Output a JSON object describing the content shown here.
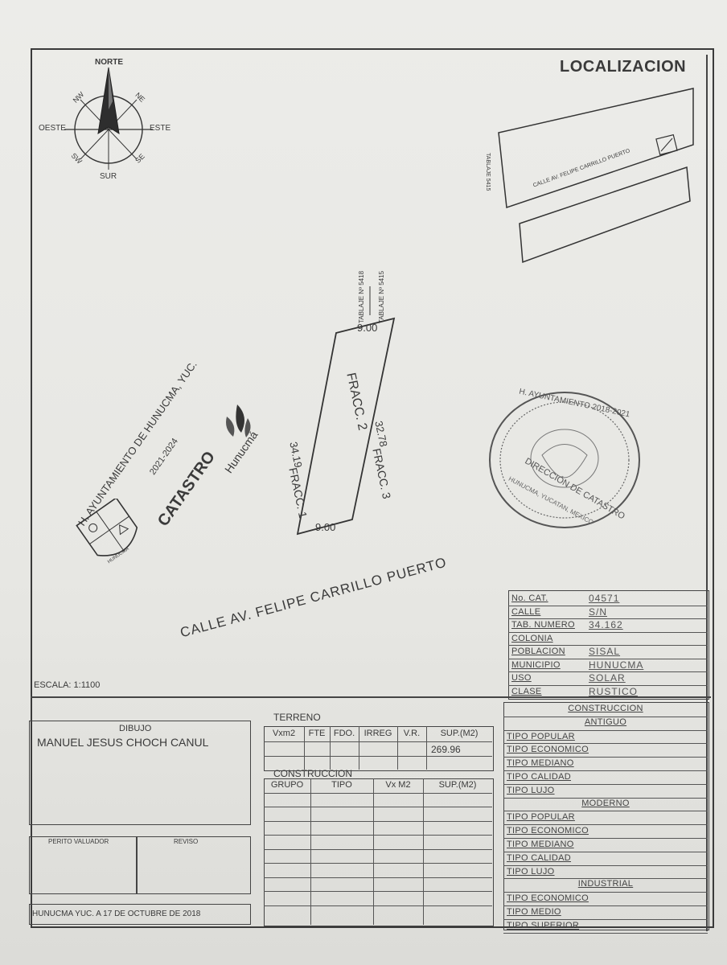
{
  "compass": {
    "north": "NORTE",
    "south": "SUR",
    "east": "ESTE",
    "west": "OESTE",
    "nw": "NW",
    "ne": "NE",
    "sw": "SW",
    "se": "SE"
  },
  "localization": {
    "title": "LOCALIZACION",
    "street": "CALLE AV. FELIPE CARRILLO PUERTO",
    "tablaje_label": "TABLAJE 5415"
  },
  "plot": {
    "tablaje_left": "TABLAJE Nº 5418",
    "tablaje_right": "TABLAJE Nº 5415",
    "top_dim": "9.00",
    "bottom_dim": "9.00",
    "left_dim": "34.19",
    "right_dim": "32.78",
    "lot_label": "FRACC. 2",
    "left_neighbor": "FRACC. 1",
    "right_neighbor": "FRACC. 3",
    "street": "CALLE AV. FELIPE CARRILLO PUERTO"
  },
  "stamp_left": {
    "line1": "H. AYUNTAMIENTO DE HUNUCMA, YUC.",
    "line2": "2021-2024",
    "line3": "CATASTRO",
    "logo_text": "Hunucmá",
    "shield_text": "HUNUCMA"
  },
  "stamp_right": {
    "arc_top": "H. AYUNTAMIENTO 2018-2021",
    "arc_mid": "DIRECCIÓN DE CATASTRO",
    "arc_bottom": "HUNUCMA, YUCATAN, MEXICO"
  },
  "scale": "ESCALA: 1:1100",
  "info_table": {
    "rows": [
      {
        "label": "No. CAT.",
        "value": "04571"
      },
      {
        "label": "CALLE",
        "value": "S/N"
      },
      {
        "label": "TAB. NUMERO",
        "value": "34.162"
      },
      {
        "label": "COLONIA",
        "value": ""
      },
      {
        "label": "POBLACION",
        "value": "SISAL"
      },
      {
        "label": "MUNICIPIO",
        "value": "HUNUCMA"
      },
      {
        "label": "USO",
        "value": "SOLAR"
      },
      {
        "label": "CLASE",
        "value": "RUSTICO"
      }
    ]
  },
  "drawing": {
    "header": "DIBUJO",
    "name": "MANUEL JESUS CHOCH CANUL",
    "perito": "PERITO VALUADOR",
    "reviso": "REVISO",
    "footer": "HUNUCMA YUC. A 17 DE OCTUBRE DE 2018"
  },
  "terreno": {
    "title": "TERRENO",
    "headers": [
      "Vxm2",
      "FTE",
      "FDO.",
      "IRREG",
      "V.R.",
      "SUP.(M2)"
    ],
    "sup_value": "269.96"
  },
  "construccion": {
    "title": "CONSTRUCCION",
    "headers": [
      "GRUPO",
      "TIPO",
      "Vx M2",
      "SUP.(M2)"
    ]
  },
  "const_types": {
    "title": "CONSTRUCCION",
    "antiguo": "ANTIGUO",
    "antiguo_items": [
      "TIPO POPULAR",
      "TIPO ECONOMICO",
      "TIPO MEDIANO",
      "TIPO CALIDAD",
      "TIPO LUJO"
    ],
    "moderno": "MODERNO",
    "moderno_items": [
      "TIPO POPULAR",
      "TIPO ECONOMICO",
      "TIPO MEDIANO",
      "TIPO CALIDAD",
      "TIPO LUJO"
    ],
    "industrial": "INDUSTRIAL",
    "industrial_items": [
      "TIPO ECONOMICO",
      "TIPO MEDIO",
      "TIPO SUPERIOR"
    ]
  },
  "colors": {
    "ink": "#3a3a3a",
    "paper": "#e9e9e6",
    "background": "#d6d6d3"
  }
}
